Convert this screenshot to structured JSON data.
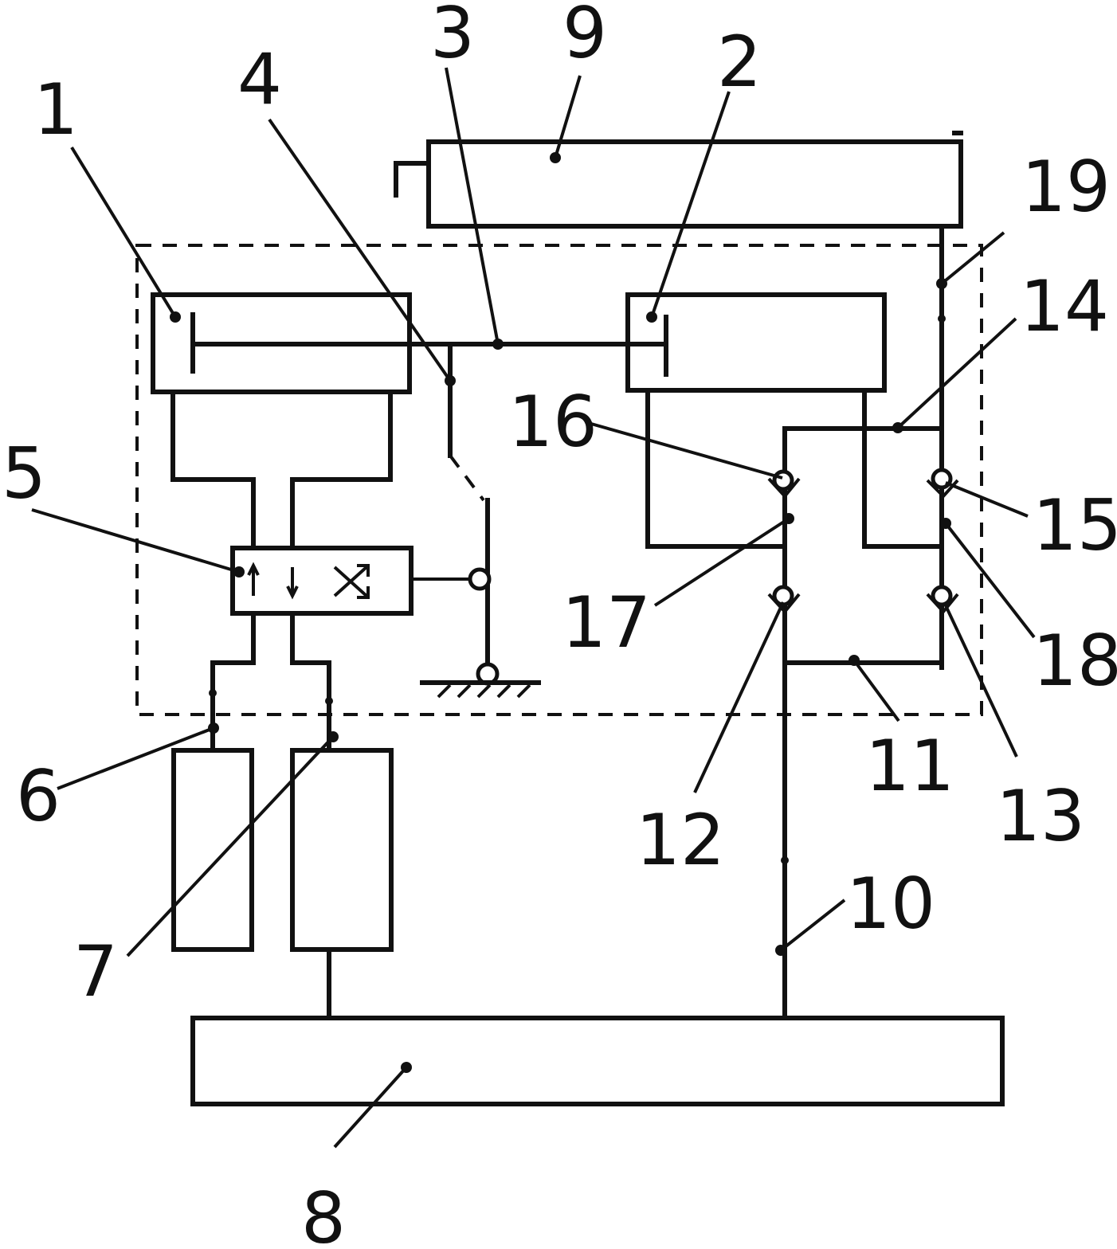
{
  "labels": {
    "l1": "1",
    "l2": "2",
    "l3": "3",
    "l4": "4",
    "l5": "5",
    "l6": "6",
    "l7": "7",
    "l8": "8",
    "l9": "9",
    "l10": "10",
    "l11": "11",
    "l12": "12",
    "l13": "13",
    "l14": "14",
    "l15": "15",
    "l16": "16",
    "l17": "17",
    "l18": "18",
    "l19": "19"
  },
  "colors": {
    "line": "#111111",
    "background": "#ffffff"
  }
}
